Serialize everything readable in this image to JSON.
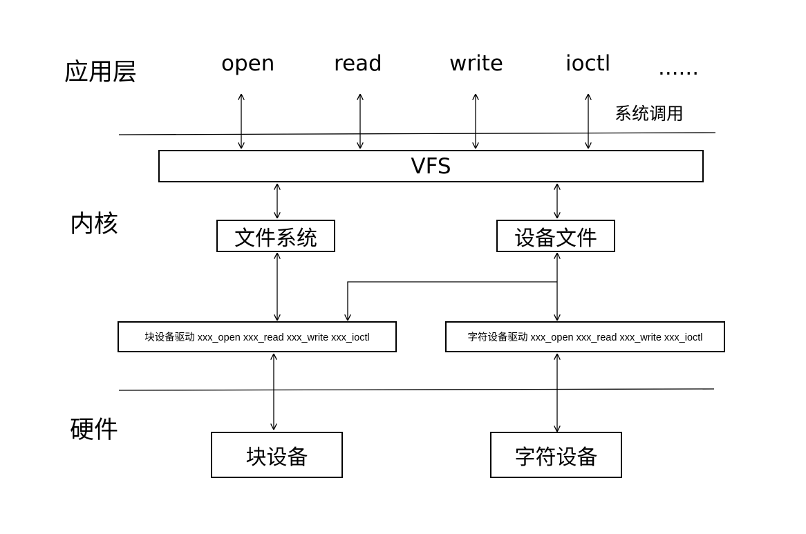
{
  "layers": {
    "app": "应用层",
    "kernel": "内核",
    "hardware": "硬件"
  },
  "syscalls": [
    "open",
    "read",
    "write",
    "ioctl",
    "......"
  ],
  "syscall_note": "系统调用",
  "boxes": {
    "vfs": "VFS",
    "filesystem": "文件系统",
    "device_file": "设备文件",
    "block_driver": "块设备驱动 xxx_open  xxx_read  xxx_write  xxx_ioctl",
    "char_driver": "字符设备驱动 xxx_open  xxx_read  xxx_write  xxx_ioctl",
    "block_device": "块设备",
    "char_device": "字符设备"
  }
}
